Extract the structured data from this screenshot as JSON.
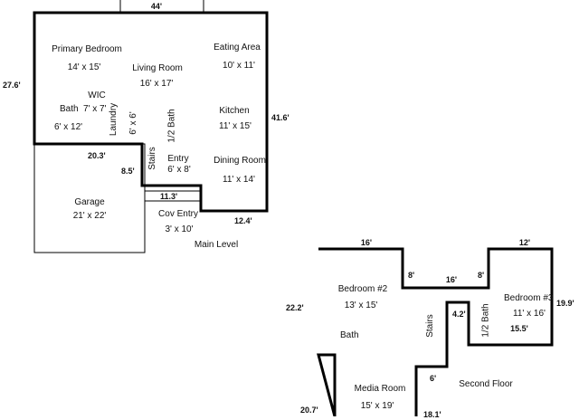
{
  "main_level": {
    "caption": "Main Level",
    "rooms": [
      {
        "name": "Primary Bedroom",
        "size": "14' x 15'"
      },
      {
        "name": "Living Room",
        "size": "16' x 17'"
      },
      {
        "name": "Eating Area",
        "size": "10' x 11'"
      },
      {
        "name": "WIC",
        "size": ""
      },
      {
        "name": "Bath",
        "size": "7' x 7'"
      },
      {
        "name": "",
        "size": "6' x 12'"
      },
      {
        "name": "Laundry",
        "size": "6' x 6'"
      },
      {
        "name": "1/2 Bath",
        "size": ""
      },
      {
        "name": "Kitchen",
        "size": "11' x 15'"
      },
      {
        "name": "Stairs",
        "size": ""
      },
      {
        "name": "Entry",
        "size": "6' x 8'"
      },
      {
        "name": "Dining Room",
        "size": "11' x 14'"
      },
      {
        "name": "Garage",
        "size": "21' x 22'"
      },
      {
        "name": "Cov Entry",
        "size": "3' x 10'"
      }
    ],
    "dimensions": [
      "44'",
      "27.6'",
      "41.6'",
      "20.3'",
      "8.5'",
      "11.3'",
      "12.4'"
    ]
  },
  "second_floor": {
    "caption": "Second Floor",
    "rooms": [
      {
        "name": "Bedroom #2",
        "size": "13' x 15'"
      },
      {
        "name": "Bedroom #3",
        "size": "11' x 16'"
      },
      {
        "name": "Bath",
        "size": ""
      },
      {
        "name": "Stairs",
        "size": ""
      },
      {
        "name": "1/2 Bath",
        "size": ""
      },
      {
        "name": "Media Room",
        "size": "15' x 19'"
      }
    ],
    "dimensions": [
      "16'",
      "12'",
      "8'",
      "16'",
      "8'",
      "19.9'",
      "22.2'",
      "4.2'",
      "15.5'",
      "6'",
      "20.7'",
      "18.1'"
    ]
  },
  "colors": {
    "wall": "#000000",
    "thin_wall": "#222222",
    "text": "#111111"
  }
}
